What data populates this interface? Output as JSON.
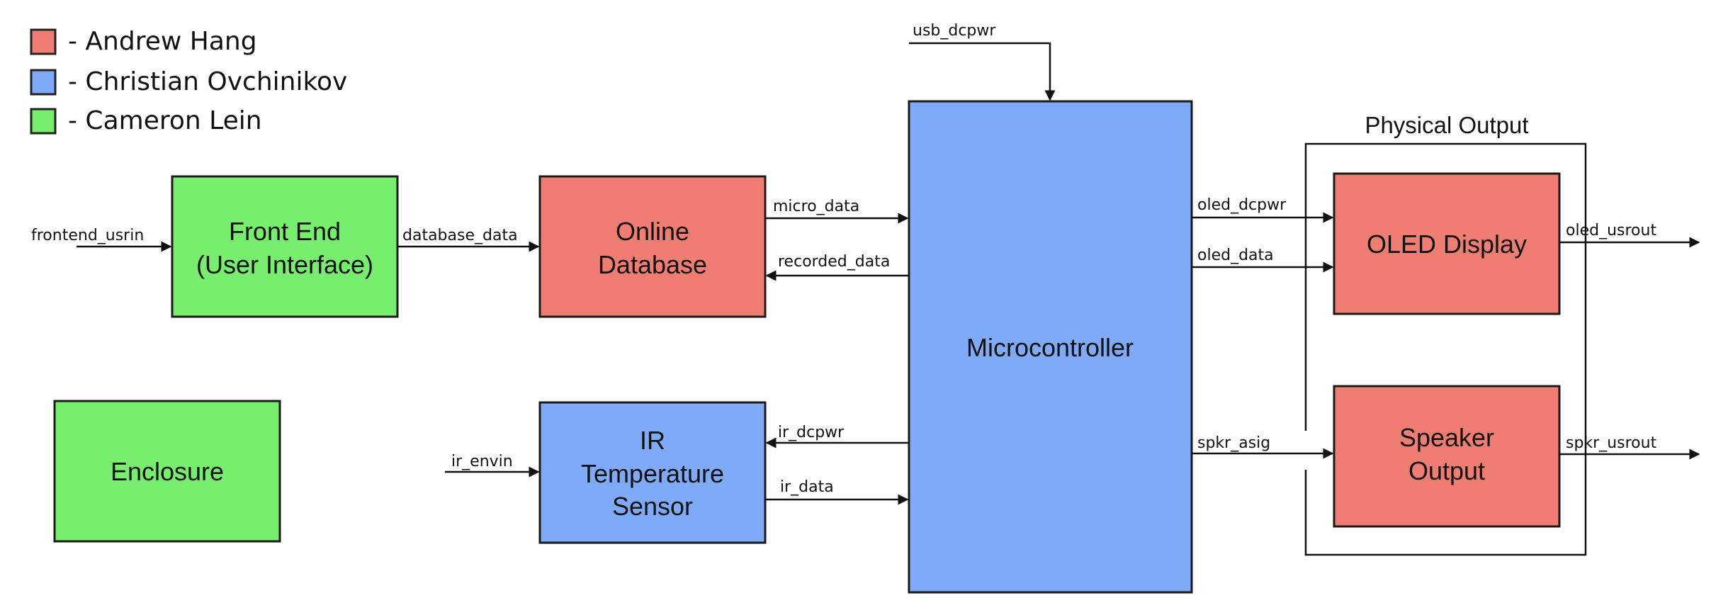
{
  "colors": {
    "andrew": "#f07d72",
    "christian": "#7eaaf7",
    "cameron": "#78ee6f"
  },
  "legend": [
    {
      "label": "- Andrew Hang",
      "color": "#f07d72"
    },
    {
      "label": "- Christian Ovchinikov",
      "color": "#7eaaf7"
    },
    {
      "label": "- Cameron Lein",
      "color": "#78ee6f"
    }
  ],
  "blocks": {
    "front_end": {
      "line1": "Front End",
      "line2": "(User Interface)"
    },
    "online_database": {
      "line1": "Online",
      "line2": "Database"
    },
    "enclosure": {
      "line1": "Enclosure"
    },
    "ir_sensor": {
      "line1": "IR",
      "line2": "Temperature",
      "line3": "Sensor"
    },
    "microcontroller": {
      "line1": "Microcontroller"
    },
    "oled_display": {
      "line1": "OLED Display"
    },
    "speaker_output": {
      "line1": "Speaker",
      "line2": "Output"
    }
  },
  "group_label": "Physical Output",
  "signals": {
    "frontend_usrin": "frontend_usrin",
    "database_data": "database_data",
    "micro_data": "micro_data",
    "recorded_data": "recorded_data",
    "ir_envin": "ir_envin",
    "ir_dcpwr": "ir_dcpwr",
    "ir_data": "ir_data",
    "usb_dcpwr": "usb_dcpwr",
    "oled_dcpwr": "oled_dcpwr",
    "oled_data": "oled_data",
    "spkr_asig": "spkr_asig",
    "oled_usrout": "oled_usrout",
    "spkr_usrout": "spkr_usrout"
  }
}
